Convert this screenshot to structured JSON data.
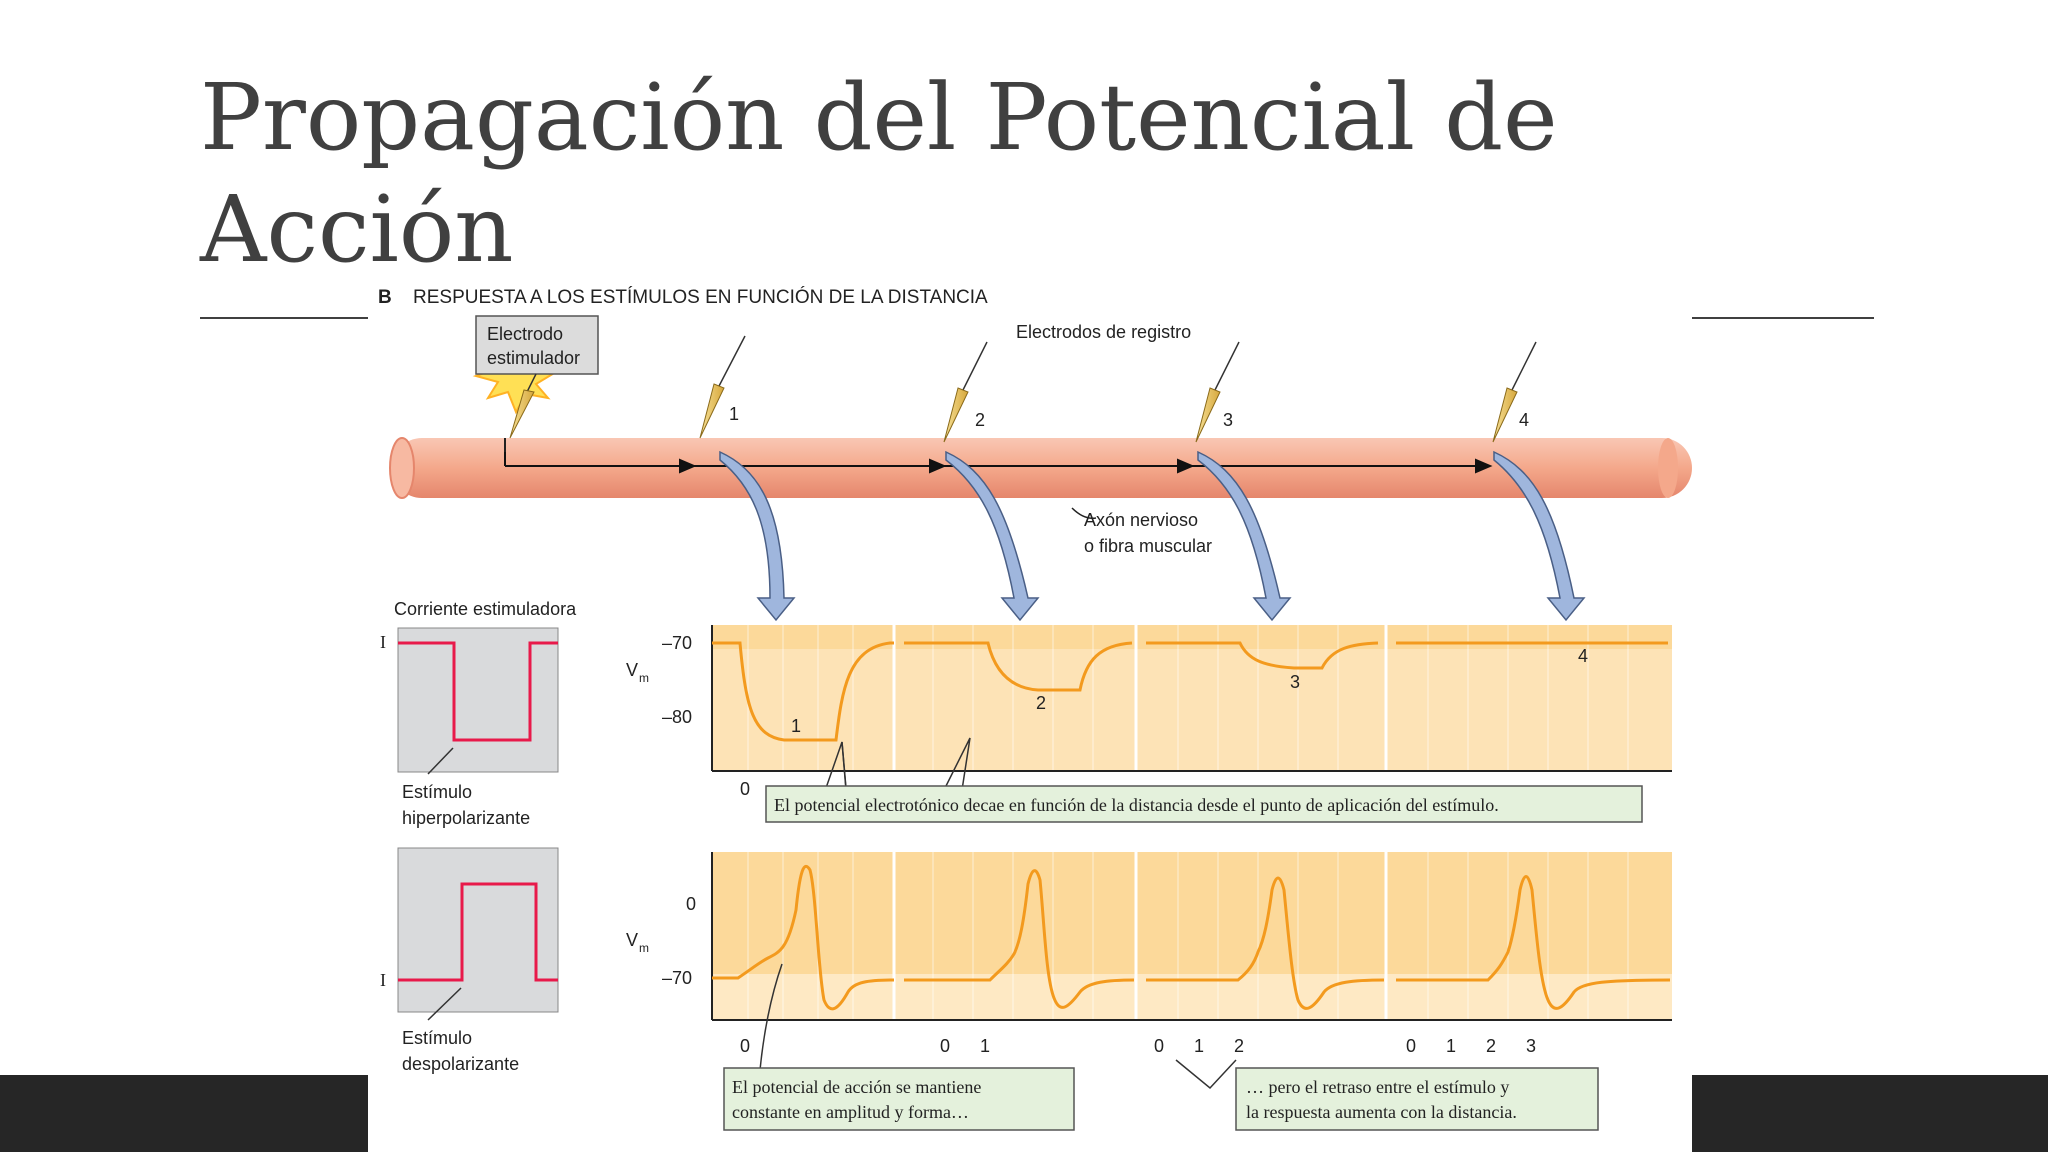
{
  "slide": {
    "title_line1": "Propagación del Potencial de",
    "title_line2": "Acción"
  },
  "figure": {
    "panel_letter": "B",
    "panel_heading": "RESPUESTA A LOS ESTÍMULOS EN FUNCIÓN DE LA DISTANCIA",
    "stim_electrode_line1": "Electrodo",
    "stim_electrode_line2": "estimulador",
    "recording_electrodes_label": "Electrodos de registro",
    "electrode_numbers": [
      "1",
      "2",
      "3",
      "4"
    ],
    "axon_label_line1": "Axón nervioso",
    "axon_label_line2": "o fibra muscular",
    "stim_current_label": "Corriente estimuladora",
    "current_symbol": "I",
    "hyper_label_line1": "Estímulo",
    "hyper_label_line2": "hiperpolarizante",
    "depol_label_line1": "Estímulo",
    "depol_label_line2": "despolarizante",
    "vm_label": "V",
    "vm_subscript": "m",
    "top_ticks": [
      "–70",
      "–80"
    ],
    "bottom_ticks": [
      "0",
      "–70"
    ],
    "top_zero": "0",
    "bottom_time_groups": [
      [
        "0"
      ],
      [
        "0",
        "1"
      ],
      [
        "0",
        "1",
        "2"
      ],
      [
        "0",
        "1",
        "2",
        "3"
      ]
    ],
    "trace_numbers": [
      "1",
      "2",
      "3",
      "4"
    ],
    "callout_electrotonic": "El potencial electrotónico decae en función de la distancia desde el punto de aplicación del estímulo.",
    "callout_ap_line1": "El potencial de acción se mantiene",
    "callout_ap_line2": "constante en amplitud y forma…",
    "callout_delay_line1": "… pero el retraso entre el estímulo y",
    "callout_delay_line2": "la respuesta aumenta con la distancia."
  },
  "colors": {
    "title": "#404040",
    "axon": "#f2a98f",
    "trace": "#f39a1e",
    "stim_trace": "#e8194a",
    "stim_panel_bg": "#d9dadc",
    "plot_bg_dark": "#fcd99a",
    "plot_bg_light": "#fee9c4",
    "arrow_fill": "#9fb6dd",
    "callout_bg": "#e4f1dc",
    "bottom_bar": "#262626"
  }
}
